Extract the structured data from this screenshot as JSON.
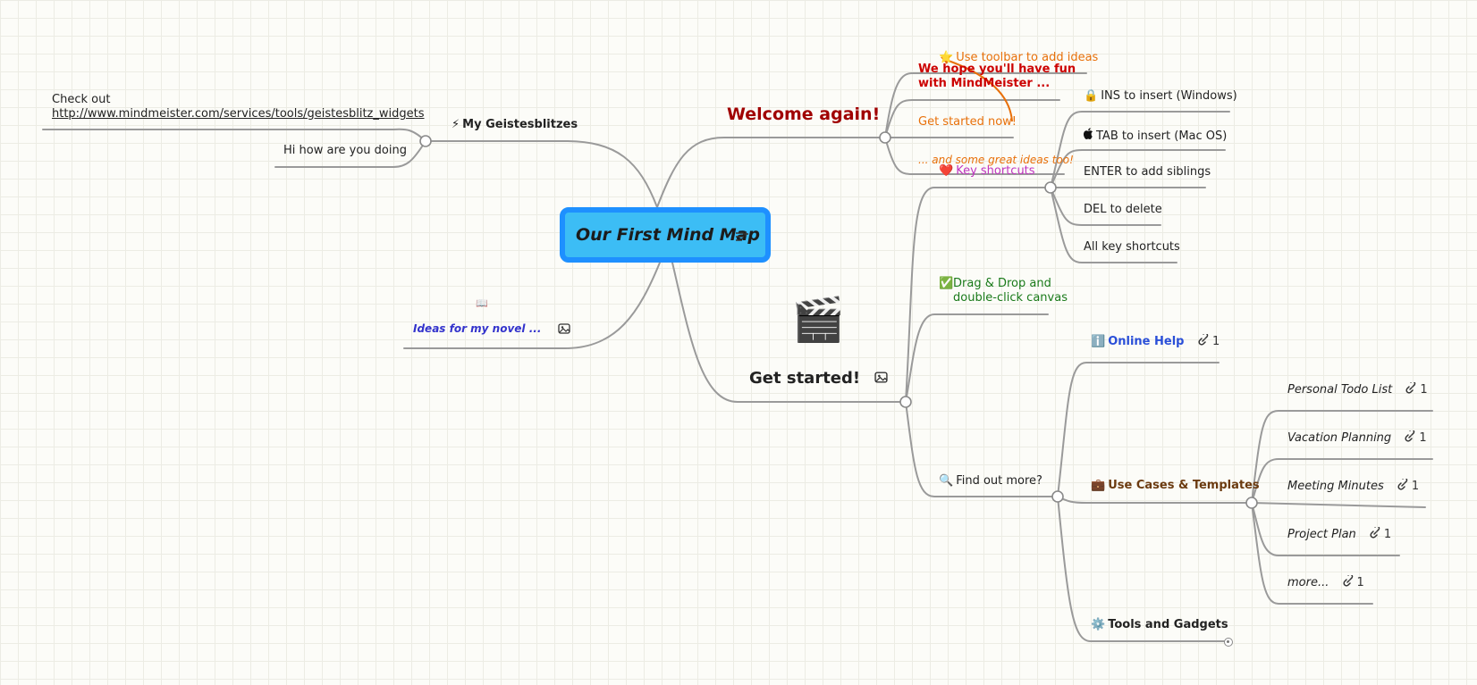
{
  "root": {
    "title": "Our First Mind Map",
    "notes_icon": "notes-icon"
  },
  "geistesblitz": {
    "title": "My Geistesblitzes",
    "icon": "lightning-icon",
    "check_out": "Check out",
    "url": "http://www.mindmeister.com/services/tools/geistesblitz_widgets",
    "hi": "Hi how are you doing"
  },
  "novel": {
    "label": "Ideas for my novel ...",
    "icon": "book-icon",
    "image_icon": "image-icon"
  },
  "welcome": {
    "title": "Welcome again!",
    "hope": "We hope you'll have fun\nwith MindMeister ...",
    "get_started_now": "Get started now!",
    "great_ideas": "... and some great ideas too!",
    "toolbar_tip": "Use toolbar to add ideas"
  },
  "get_started": {
    "title": "Get started!",
    "image_icon": "image-icon",
    "clapper_icon": "clapperboard-icon",
    "key_shortcuts": {
      "label": "Key shortcuts",
      "icon": "heart-icon",
      "items": [
        {
          "icon": "lock-icon",
          "label": "INS to insert (Windows)"
        },
        {
          "icon": "apple-icon",
          "label": "TAB to insert (Mac OS)"
        },
        {
          "icon": "",
          "label": "ENTER to add siblings"
        },
        {
          "icon": "",
          "label": "DEL to delete"
        },
        {
          "icon": "",
          "label": "All key shortcuts"
        }
      ]
    },
    "drag_drop": "Drag & Drop and\ndouble-click canvas",
    "find_out_more": {
      "label": "Find out more?",
      "online_help": {
        "label": "Online Help",
        "links": "1"
      },
      "use_cases": {
        "label": "Use Cases & Templates",
        "items": [
          {
            "label": "Personal Todo List",
            "links": "1"
          },
          {
            "label": "Vacation Planning",
            "links": "1"
          },
          {
            "label": "Meeting Minutes",
            "links": "1"
          },
          {
            "label": "Project Plan",
            "links": "1"
          },
          {
            "label": "more...",
            "links": "1"
          }
        ]
      },
      "tools": "Tools and Gadgets"
    }
  },
  "colors": {
    "root_fill": "#3cbdf5",
    "root_border": "#1e90ff",
    "welcome": "#a00000",
    "orange": "#e8700a",
    "shortcut_pink": "#c033c0",
    "drag_green": "#1a7a1a",
    "help_blue": "#2a4fd8",
    "use_cases_brown": "#6b3a10",
    "novel_blue": "#3333cc",
    "connector": "#999999"
  }
}
